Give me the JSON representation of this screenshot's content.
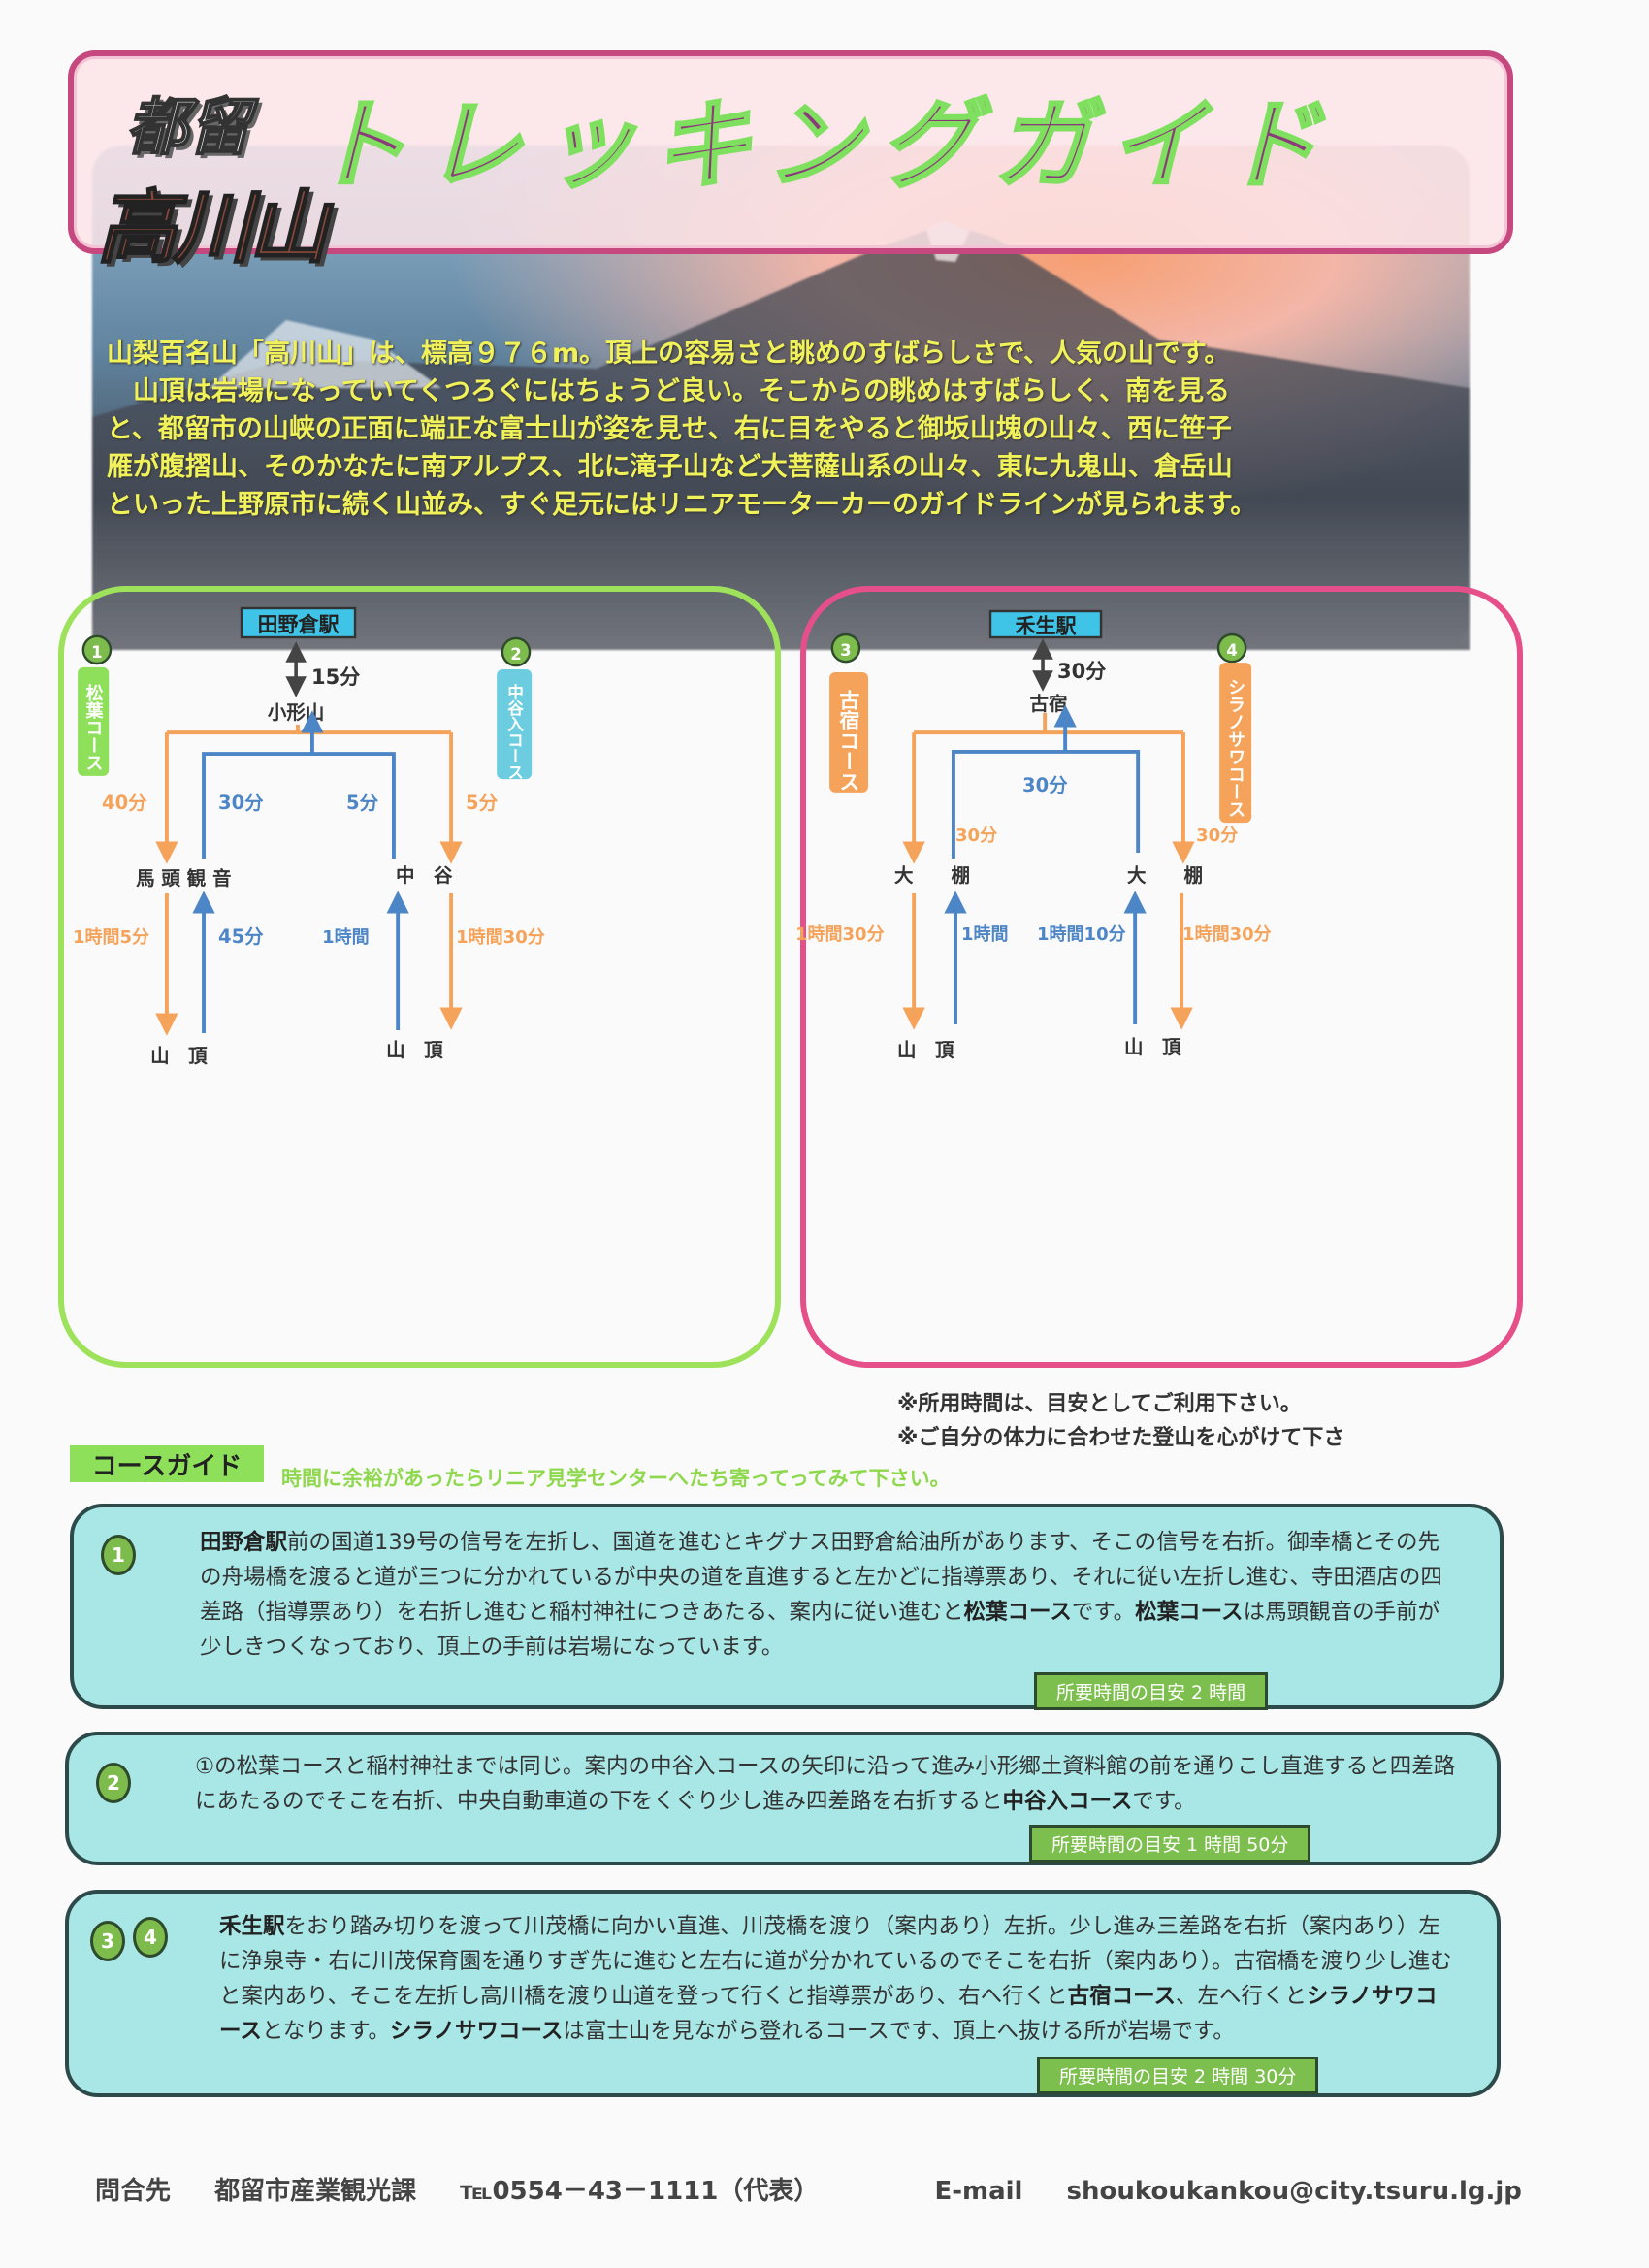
{
  "header": {
    "logo_small": "都留",
    "logo_big": "高川山",
    "title": "トレッキングガイド"
  },
  "intro": [
    "山梨百名山「高川山」は、標高９７６m。頂上の容易さと眺めのすばらしさで、人気の山です。",
    "　山頂は岩場になっていてくつろぐにはちょうど良い。そこからの眺めはすばらしく、南を見る",
    "と、都留市の山峡の正面に端正な富士山が姿を見せ、右に目をやると御坂山塊の山々、西に笹子",
    "雁が腹摺山、そのかなたに南アルプス、北に滝子山など大菩薩山系の山々、東に九鬼山、倉岳山",
    "といった上野原市に続く山並み、すぐ足元にはリニアモーターカーのガイドラインが見られます。"
  ],
  "left_diagram": {
    "station": "田野倉駅",
    "course1_num": "1",
    "course1_name": "松葉コース",
    "course2_num": "2",
    "course2_name": "中谷入コース",
    "access_time": "15分",
    "junction": "小形山",
    "t_left_orange": "40分",
    "t_left_blue": "30分",
    "t_right_blue": "5分",
    "t_right_orange": "5分",
    "mid_left": "馬 頭 観 音",
    "mid_right": "中　谷",
    "b_left_orange": "1時間5分",
    "b_left_blue": "45分",
    "b_right_blue": "1時間",
    "b_right_orange": "1時間30分",
    "summit": "山　頂"
  },
  "right_diagram": {
    "station": "禾生駅",
    "course3_num": "3",
    "course3_name": "古宿コース",
    "course4_num": "4",
    "course4_name": "シラノサワコース",
    "access_time": "30分",
    "junction": "古宿",
    "t_blue": "30分",
    "t_left_orange": "30分",
    "t_right_orange": "30分",
    "mid_left": "大　　棚",
    "mid_right": "大　　棚",
    "b_left_orange": "1時間30分",
    "b_left_blue": "1時間",
    "b_right_blue": "1時間10分",
    "b_right_orange": "1時間30分",
    "summit": "山　頂"
  },
  "notes": [
    "※所用時間は、目安としてご利用下さい。",
    "※ご自分の体力に合わせた登山を心がけて下さ"
  ],
  "guide": {
    "label": "コースガイド",
    "sub": "時間に余裕があったらリニア見学センターへたち寄ってってみて下さい。"
  },
  "cards": [
    {
      "nums": [
        "1"
      ],
      "bold1": "田野倉駅",
      "text": "前の国道139号の信号を左折し、国道を進むとキグナス田野倉給油所があります、そこの信号を右折。御幸橋とその先の舟場橋を渡ると道が三つに分かれているが中央の道を直進すると左かどに指導票あり、それに従い左折し進む、寺田酒店の四差路（指導票あり）を右折し進むと稲村神社につきあたる、案内に従い進むと",
      "bold2": "松葉コース",
      "text2": "です。",
      "bold3": "松葉コース",
      "text3": "は馬頭観音の手前が少しきつくなっており、頂上の手前は岩場になっています。",
      "time": "所要時間の目安  2 時間"
    },
    {
      "nums": [
        "2"
      ],
      "text": "①の松葉コースと稲村神社までは同じ。案内の中谷入コースの矢印に沿って進み小形郷土資料館の前を通りこし直進すると四差路にあたるのでそこを右折、中央自動車道の下をくぐり少し進み四差路を右折すると",
      "bold1": "中谷入コース",
      "text2": "です。",
      "time": "所要時間の目安  1 時間  50分"
    },
    {
      "nums": [
        "3",
        "4"
      ],
      "bold1": "禾生駅",
      "text": "をおり踏み切りを渡って川茂橋に向かい直進、川茂橋を渡り（案内あり）左折。少し進み三差路を右折（案内あり）左に浄泉寺・右に川茂保育園を通りすぎ先に進むと左右に道が分かれているのでそこを右折（案内あり）。古宿橋を渡り少し進むと案内あり、そこを左折し高川橋を渡り山道を登って行くと指導票があり、右へ行くと",
      "bold2": "古宿コース",
      "text2": "、左へ行くと",
      "bold3": "シラノサワコース",
      "text3": "となります。",
      "bold4": "シラノサワコース",
      "text4": "は富士山を見ながら登れるコースです、頂上へ抜ける所が岩場です。",
      "time": "所要時間の目安  2 時間 30分"
    }
  ],
  "footer": {
    "contact_label": "問合先",
    "dept": "都留市産業観光課",
    "tel": "℡0554－43－1111（代表）",
    "email_label": "E-mail",
    "email": "shoukoukankou@city.tsuru.lg.jp"
  },
  "colors": {
    "orange": "#f5a35a",
    "blue": "#4d86c6",
    "green_border": "#9ee25b",
    "pink_border": "#e6508a",
    "card_bg": "#a9e6e6",
    "intro_text": "#f1f25a"
  }
}
